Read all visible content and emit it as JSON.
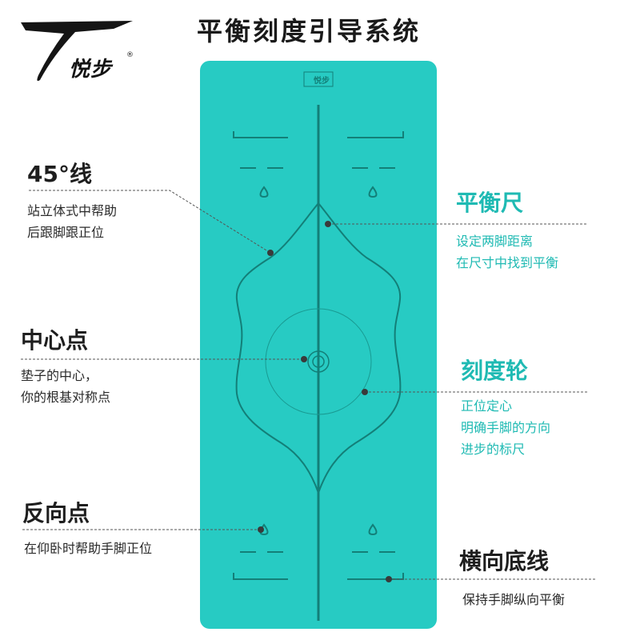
{
  "brand": {
    "name": "悦步",
    "reg": "®"
  },
  "title": "平衡刻度引导系统",
  "mat_logo": "悦步",
  "colors": {
    "mat": "#27cbc3",
    "mat_line": "#137f78",
    "accent": "#1fbab3",
    "text": "#1e1e1e",
    "dot": "#3a3a3a"
  },
  "labels": {
    "line45": {
      "title": "45°线",
      "lines": [
        "站立体式中帮助",
        "后跟脚跟正位"
      ]
    },
    "balance": {
      "title": "平衡尺",
      "lines": [
        "设定两脚距离",
        "在尺寸中找到平衡"
      ]
    },
    "center": {
      "title": "中心点",
      "lines": [
        "垫子的中心，",
        "你的根基对称点"
      ]
    },
    "scale": {
      "title": "刻度轮",
      "lines": [
        "正位定心",
        "明确手脚的方向",
        "进步的标尺"
      ]
    },
    "reverse": {
      "title": "反向点",
      "lines": [
        "在仰卧时帮助手脚正位"
      ]
    },
    "baseline": {
      "title": "横向底线",
      "lines": [
        "保持手脚纵向平衡"
      ]
    }
  }
}
